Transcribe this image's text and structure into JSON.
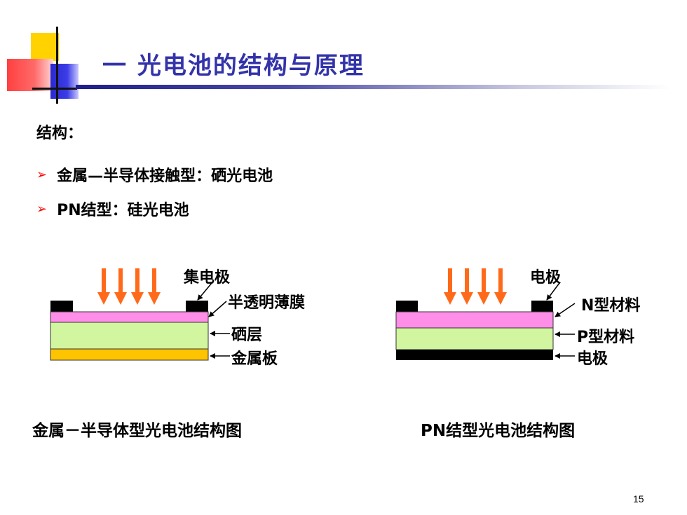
{
  "title": "一  光电池的结构与原理",
  "section_label": "结构：",
  "bullets": [
    {
      "icon": "arrow-bullet-icon",
      "text": "金属—半导体接触型：硒光电池"
    },
    {
      "icon": "arrow-bullet-icon",
      "text": "PN结型：硅光电池"
    }
  ],
  "diagram_left": {
    "labels": {
      "electrode": "集电极",
      "film": "半透明薄膜",
      "layer": "硒层",
      "plate": "金属板"
    },
    "caption": "金属－半导体型光电池结构图"
  },
  "diagram_right": {
    "labels": {
      "electrode": "电极",
      "n_material": "N型材料",
      "p_material": "P型材料",
      "bottom_electrode": "电极"
    },
    "caption": "PN结型光电池结构图"
  },
  "colors": {
    "title": "#3333aa",
    "arrow": "#ff6a1a",
    "film_pink": "#ff8ee8",
    "layer_green": "#d2f5a0",
    "plate_yellow": "#ffc400",
    "electrode_black": "#000000",
    "bullet_red": "#ff0000"
  },
  "page_number": "15"
}
